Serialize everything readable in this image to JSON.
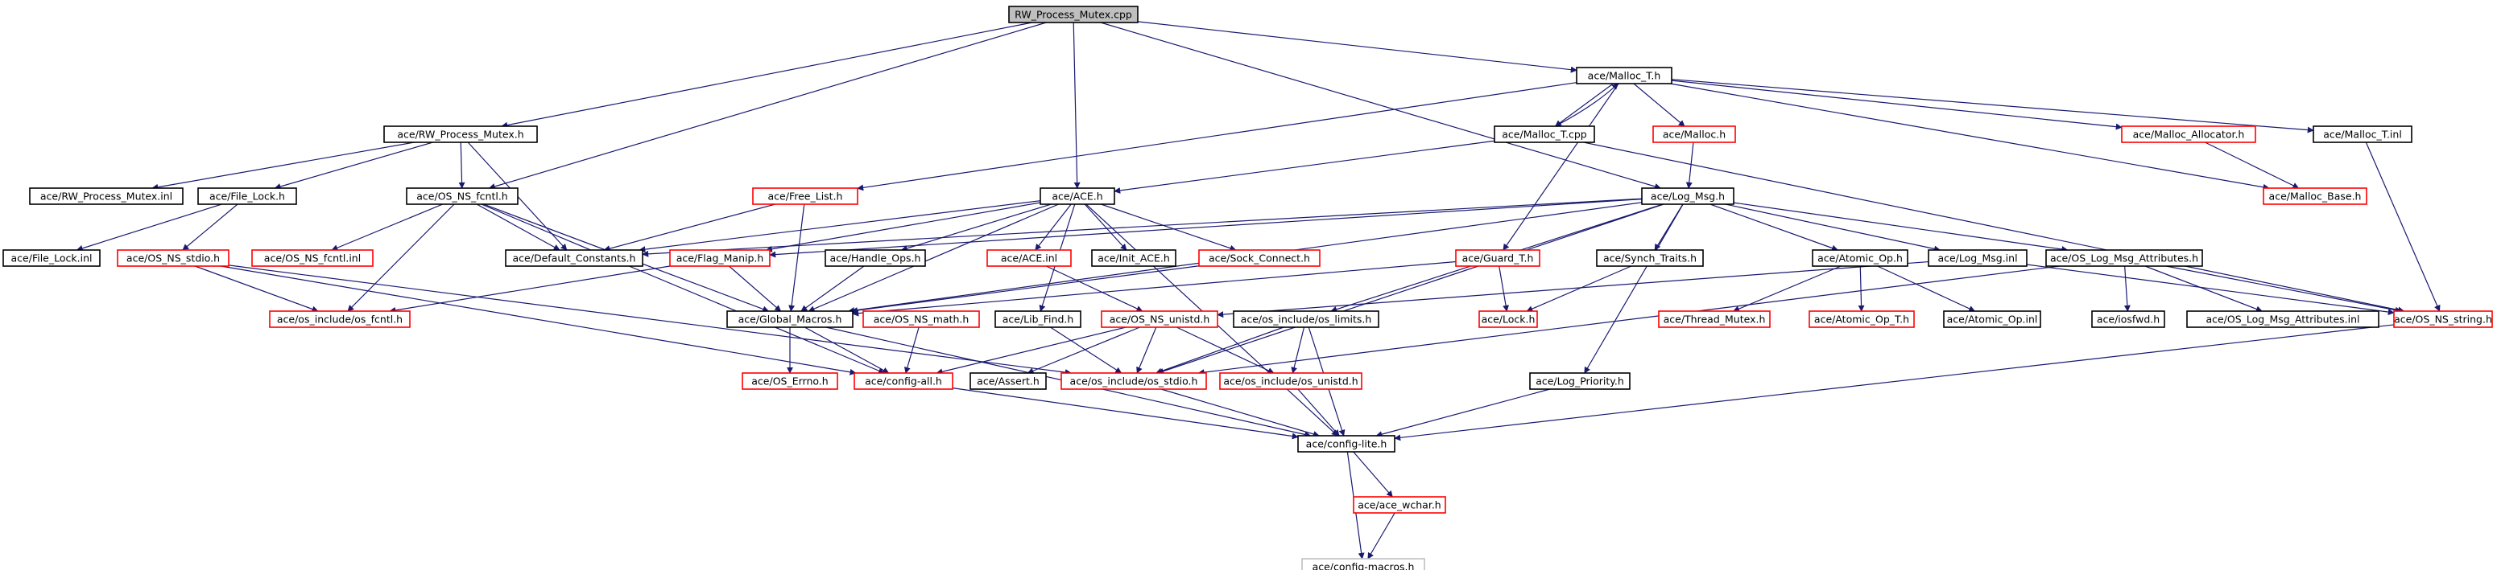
{
  "graph": {
    "colors": {
      "root_fill": "#bfbfbf",
      "normal_border": "#000000",
      "missing_border": "#ff0000",
      "external_border": "#bfbfbf",
      "edge": "#191970",
      "background": "#ffffff"
    },
    "nodes": [
      {
        "id": "n0",
        "label": "RW_Process_Mutex.cpp",
        "style": "root"
      },
      {
        "id": "n1",
        "label": "ace/Malloc_T.h",
        "style": "normal"
      },
      {
        "id": "n2",
        "label": "ace/RW_Process_Mutex.h",
        "style": "normal"
      },
      {
        "id": "n3",
        "label": "ace/Malloc_T.cpp",
        "style": "normal"
      },
      {
        "id": "n4",
        "label": "ace/Malloc.h",
        "style": "missing"
      },
      {
        "id": "n5",
        "label": "ace/Malloc_Allocator.h",
        "style": "missing"
      },
      {
        "id": "n6",
        "label": "ace/Malloc_T.inl",
        "style": "normal"
      },
      {
        "id": "n7",
        "label": "ace/RW_Process_Mutex.inl",
        "style": "normal"
      },
      {
        "id": "n8",
        "label": "ace/File_Lock.h",
        "style": "normal"
      },
      {
        "id": "n9",
        "label": "ace/OS_NS_fcntl.h",
        "style": "normal"
      },
      {
        "id": "n10",
        "label": "ace/Free_List.h",
        "style": "missing"
      },
      {
        "id": "n11",
        "label": "ace/ACE.h",
        "style": "normal"
      },
      {
        "id": "n12",
        "label": "ace/Log_Msg.h",
        "style": "normal"
      },
      {
        "id": "n13",
        "label": "ace/Malloc_Base.h",
        "style": "missing"
      },
      {
        "id": "n14",
        "label": "ace/File_Lock.inl",
        "style": "normal"
      },
      {
        "id": "n15",
        "label": "ace/OS_NS_stdio.h",
        "style": "missing"
      },
      {
        "id": "n16",
        "label": "ace/OS_NS_fcntl.inl",
        "style": "missing"
      },
      {
        "id": "n17",
        "label": "ace/Default_Constants.h",
        "style": "normal"
      },
      {
        "id": "n18",
        "label": "ace/Flag_Manip.h",
        "style": "missing"
      },
      {
        "id": "n19",
        "label": "ace/Handle_Ops.h",
        "style": "normal"
      },
      {
        "id": "n20",
        "label": "ace/ACE.inl",
        "style": "missing"
      },
      {
        "id": "n21",
        "label": "ace/Init_ACE.h",
        "style": "normal"
      },
      {
        "id": "n22",
        "label": "ace/Sock_Connect.h",
        "style": "missing"
      },
      {
        "id": "n23",
        "label": "ace/Guard_T.h",
        "style": "missing"
      },
      {
        "id": "n24",
        "label": "ace/Synch_Traits.h",
        "style": "normal"
      },
      {
        "id": "n25",
        "label": "ace/Atomic_Op.h",
        "style": "normal"
      },
      {
        "id": "n26",
        "label": "ace/Log_Msg.inl",
        "style": "normal"
      },
      {
        "id": "n27",
        "label": "ace/OS_Log_Msg_Attributes.h",
        "style": "normal"
      },
      {
        "id": "n28",
        "label": "ace/os_include/os_fcntl.h",
        "style": "missing"
      },
      {
        "id": "n29",
        "label": "ace/Global_Macros.h",
        "style": "normal"
      },
      {
        "id": "n30",
        "label": "ace/OS_NS_math.h",
        "style": "missing"
      },
      {
        "id": "n31",
        "label": "ace/Lib_Find.h",
        "style": "normal"
      },
      {
        "id": "n32",
        "label": "ace/OS_NS_unistd.h",
        "style": "missing"
      },
      {
        "id": "n33",
        "label": "ace/os_include/os_limits.h",
        "style": "normal"
      },
      {
        "id": "n34",
        "label": "ace/Lock.h",
        "style": "missing"
      },
      {
        "id": "n35",
        "label": "ace/Thread_Mutex.h",
        "style": "missing"
      },
      {
        "id": "n36",
        "label": "ace/Atomic_Op_T.h",
        "style": "missing"
      },
      {
        "id": "n37",
        "label": "ace/Atomic_Op.inl",
        "style": "normal"
      },
      {
        "id": "n38",
        "label": "ace/iosfwd.h",
        "style": "normal"
      },
      {
        "id": "n39",
        "label": "ace/OS_Log_Msg_Attributes.inl",
        "style": "normal"
      },
      {
        "id": "n40",
        "label": "ace/OS_NS_string.h",
        "style": "missing"
      },
      {
        "id": "n41",
        "label": "ace/OS_Errno.h",
        "style": "missing"
      },
      {
        "id": "n42",
        "label": "ace/config-all.h",
        "style": "missing"
      },
      {
        "id": "n43",
        "label": "ace/Assert.h",
        "style": "normal"
      },
      {
        "id": "n44",
        "label": "ace/os_include/os_stdio.h",
        "style": "missing"
      },
      {
        "id": "n45",
        "label": "ace/os_include/os_unistd.h",
        "style": "missing"
      },
      {
        "id": "n46",
        "label": "ace/Log_Priority.h",
        "style": "normal"
      },
      {
        "id": "n47",
        "label": "ace/config-lite.h",
        "style": "normal"
      },
      {
        "id": "n48",
        "label": "ace/ace_wchar.h",
        "style": "missing"
      },
      {
        "id": "n49",
        "label": "ace/config-macros.h",
        "style": "external"
      }
    ],
    "edges": [
      [
        "n0",
        "n1"
      ],
      [
        "n0",
        "n2"
      ],
      [
        "n0",
        "n9"
      ],
      [
        "n0",
        "n11"
      ],
      [
        "n0",
        "n12"
      ],
      [
        "n1",
        "n3"
      ],
      [
        "n1",
        "n4"
      ],
      [
        "n1",
        "n5"
      ],
      [
        "n1",
        "n6"
      ],
      [
        "n1",
        "n10"
      ],
      [
        "n1",
        "n13"
      ],
      [
        "n1",
        "n23"
      ],
      [
        "n3",
        "n1"
      ],
      [
        "n3",
        "n11"
      ],
      [
        "n3",
        "n40"
      ],
      [
        "n4",
        "n12"
      ],
      [
        "n5",
        "n13"
      ],
      [
        "n6",
        "n40"
      ],
      [
        "n2",
        "n7"
      ],
      [
        "n2",
        "n8"
      ],
      [
        "n2",
        "n9"
      ],
      [
        "n2",
        "n17"
      ],
      [
        "n8",
        "n14"
      ],
      [
        "n8",
        "n15"
      ],
      [
        "n9",
        "n16"
      ],
      [
        "n9",
        "n17"
      ],
      [
        "n9",
        "n28"
      ],
      [
        "n9",
        "n29"
      ],
      [
        "n9",
        "n42"
      ],
      [
        "n10",
        "n17"
      ],
      [
        "n10",
        "n29"
      ],
      [
        "n11",
        "n17"
      ],
      [
        "n11",
        "n18"
      ],
      [
        "n11",
        "n19"
      ],
      [
        "n11",
        "n20"
      ],
      [
        "n11",
        "n21"
      ],
      [
        "n11",
        "n22"
      ],
      [
        "n11",
        "n29"
      ],
      [
        "n11",
        "n31"
      ],
      [
        "n11",
        "n47"
      ],
      [
        "n12",
        "n17"
      ],
      [
        "n12",
        "n18"
      ],
      [
        "n12",
        "n24"
      ],
      [
        "n12",
        "n25"
      ],
      [
        "n12",
        "n26"
      ],
      [
        "n12",
        "n27"
      ],
      [
        "n12",
        "n29"
      ],
      [
        "n12",
        "n33"
      ],
      [
        "n12",
        "n44"
      ],
      [
        "n12",
        "n46"
      ],
      [
        "n15",
        "n28"
      ],
      [
        "n15",
        "n42"
      ],
      [
        "n15",
        "n44"
      ],
      [
        "n18",
        "n28"
      ],
      [
        "n18",
        "n29"
      ],
      [
        "n19",
        "n29"
      ],
      [
        "n20",
        "n32"
      ],
      [
        "n22",
        "n29"
      ],
      [
        "n23",
        "n29"
      ],
      [
        "n23",
        "n34"
      ],
      [
        "n24",
        "n34"
      ],
      [
        "n25",
        "n35"
      ],
      [
        "n25",
        "n36"
      ],
      [
        "n25",
        "n37"
      ],
      [
        "n26",
        "n32"
      ],
      [
        "n26",
        "n40"
      ],
      [
        "n27",
        "n38"
      ],
      [
        "n27",
        "n39"
      ],
      [
        "n27",
        "n40"
      ],
      [
        "n27",
        "n44"
      ],
      [
        "n29",
        "n41"
      ],
      [
        "n29",
        "n42"
      ],
      [
        "n29",
        "n47"
      ],
      [
        "n30",
        "n42"
      ],
      [
        "n31",
        "n44"
      ],
      [
        "n32",
        "n42"
      ],
      [
        "n32",
        "n43"
      ],
      [
        "n32",
        "n44"
      ],
      [
        "n32",
        "n45"
      ],
      [
        "n33",
        "n44"
      ],
      [
        "n33",
        "n45"
      ],
      [
        "n33",
        "n47"
      ],
      [
        "n40",
        "n47"
      ],
      [
        "n42",
        "n47"
      ],
      [
        "n44",
        "n47"
      ],
      [
        "n45",
        "n47"
      ],
      [
        "n46",
        "n47"
      ],
      [
        "n47",
        "n48"
      ],
      [
        "n47",
        "n49"
      ],
      [
        "n48",
        "n49"
      ]
    ]
  }
}
